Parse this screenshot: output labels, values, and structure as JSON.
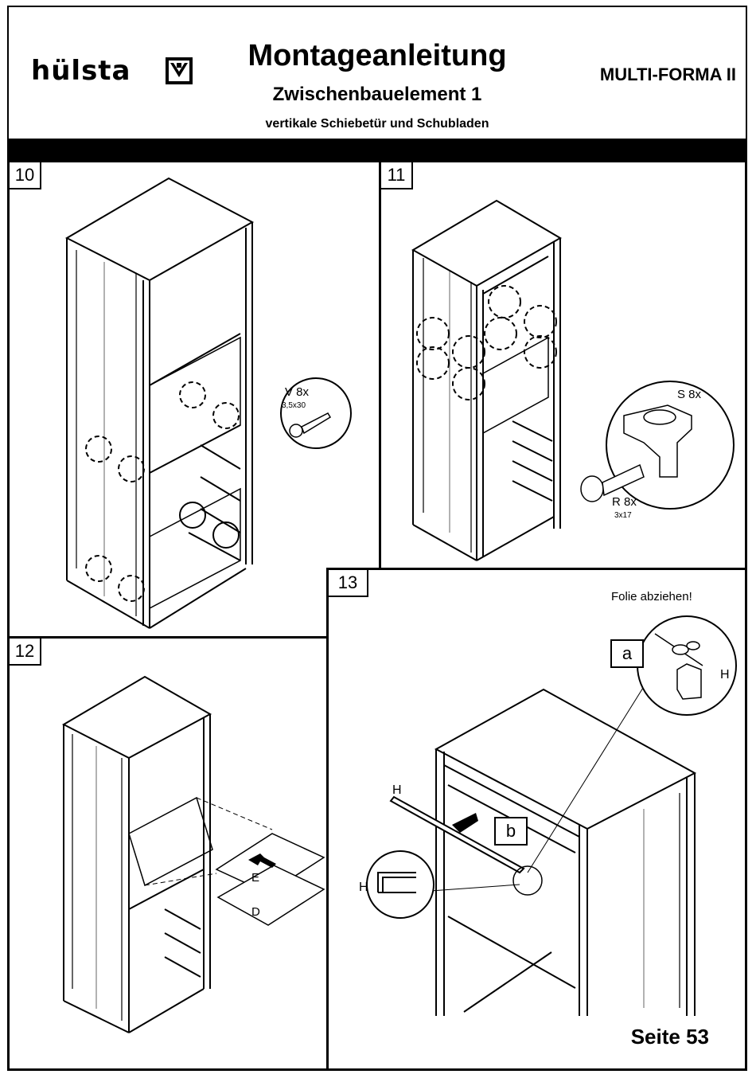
{
  "header": {
    "brand": "hülsta",
    "title": "Montageanleitung",
    "subtitle": "Zwischenbauelement 1",
    "subtitle2": "vertikale Schiebetür und Schubladen",
    "series": "MULTI-FORMA II"
  },
  "steps": {
    "s10": {
      "number": "10",
      "part_label": "V 8x",
      "part_size": "3,5x30"
    },
    "s11": {
      "number": "11",
      "part_label_s": "S 8x",
      "part_label_r": "R 8x",
      "part_size_r": "3x17"
    },
    "s12": {
      "number": "12",
      "label_e": "E",
      "label_d": "D"
    },
    "s13": {
      "number": "13",
      "note": "Folie abziehen!",
      "label_a": "a",
      "label_b": "b",
      "label_h": "H"
    }
  },
  "footer": {
    "page": "Seite 53"
  }
}
